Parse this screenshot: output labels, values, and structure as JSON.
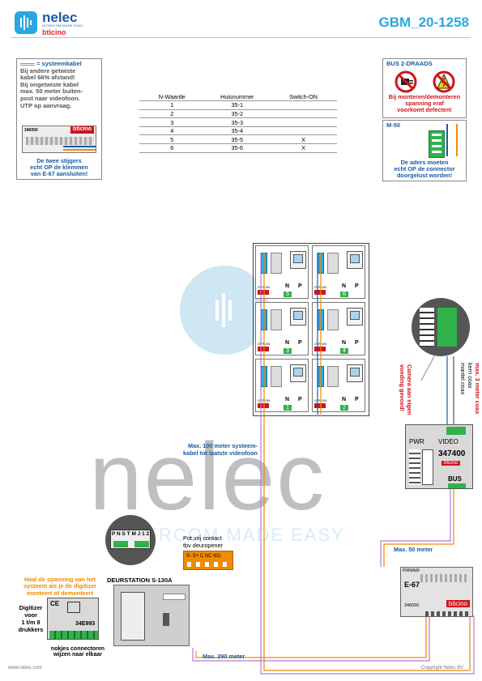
{
  "header": {
    "brand": "nelec",
    "brand_tagline": "INTERCOM MADE EASY",
    "brand_sub": "bticino",
    "doc_code": "GBM_20-1258"
  },
  "note_left": {
    "title": "= systeemkabel",
    "lines": [
      "Bij andere getwiste",
      "kabel 66% afstand!",
      "Bij ongetwiste kabel",
      "max. 50 meter buiten-",
      "post naar videofoon.",
      "UTP op aanvraag."
    ],
    "module_code": "346050",
    "module_brand": "bticino",
    "footer_lines": [
      "De twee stijgers",
      "echt OP de klemmen",
      "van E-67 aansluiten!"
    ]
  },
  "table": {
    "headers": [
      "N-Waarde",
      "Huisnummer",
      "Switch-ON"
    ],
    "rows": [
      [
        "1",
        "35-1",
        ""
      ],
      [
        "2",
        "35-2",
        ""
      ],
      [
        "3",
        "35-3",
        ""
      ],
      [
        "4",
        "35-4",
        ""
      ],
      [
        "5",
        "35-5",
        "X"
      ],
      [
        "6",
        "35-6",
        "X"
      ]
    ]
  },
  "note_right_top": {
    "title": "BUS 2-DRAADS",
    "lines": [
      "Bij monteren/demonteren",
      "spanning eraf",
      "voorkomt defecten!"
    ]
  },
  "note_right_bottom": {
    "title": "M-50",
    "lines": [
      "De aders moeten",
      "echt OP de connector",
      "doorgelust worden!"
    ]
  },
  "apartments": [
    {
      "n": "5"
    },
    {
      "n": "6"
    },
    {
      "n": "3"
    },
    {
      "n": "4"
    },
    {
      "n": "1"
    },
    {
      "n": "2"
    }
  ],
  "apartment_labels": {
    "n": "N",
    "p": "P",
    "offon": "OFF ON"
  },
  "labels": {
    "max100": [
      "Max. 100 meter systeem-",
      "kabel tot laatste videofoon"
    ],
    "potvrij": [
      "Pot.vrij contact",
      "tbv deuropener"
    ],
    "relay_terms": "S-  S+ C  NC NO",
    "deurstation": "DEURSTATION S-130A",
    "haal": [
      "Haal de spanning van het",
      "systeem als je de digitizer",
      "monteert of demonteert"
    ],
    "digitizer": [
      "Digitizer",
      "voor",
      "1 t/m 8",
      "drukkers"
    ],
    "digitizer_code": "34E993",
    "nokjes": [
      "nokjes connectoren",
      "wijzen naar elkaar"
    ],
    "max290": "Max. 290 meter",
    "max50": "Max. 50 meter",
    "camera": [
      "Camera aan eigen",
      "voeding gevoed!"
    ],
    "coax": [
      "max. 3 meter coax",
      "kern coax",
      "mantel coax"
    ],
    "pwr": "PWR",
    "video": "VIDEO",
    "converter_code": "347400",
    "converter_brand": "bticino",
    "bus": "BUS",
    "e67": "E-67",
    "e67_primair": "PRIMAIR",
    "e67_code": "346050",
    "e67_brand": "bticino",
    "connector_letters": "P N S T M J 1 2"
  },
  "watermark": {
    "main": "nelec",
    "sub": "INTERCOM MADE EASY"
  },
  "footer": {
    "left": "www.nelec.com",
    "right": "Copyright Nelec BV"
  },
  "colors": {
    "brand_blue": "#1b5aa6",
    "accent_cyan": "#29a8e0",
    "warn_red": "#d0141b",
    "orange": "#f08a00",
    "module_green": "#2fb24a"
  }
}
